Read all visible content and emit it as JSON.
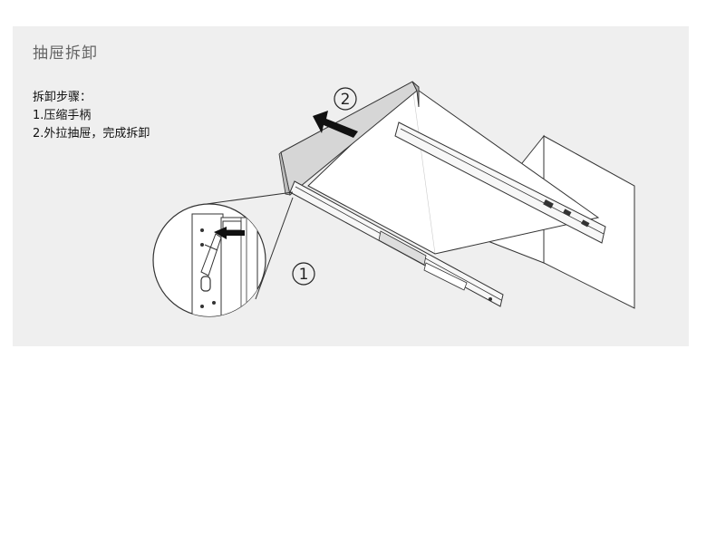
{
  "title": "抽屉拆卸",
  "steps": {
    "heading": "拆卸步骤：",
    "items": [
      "1.压缩手柄",
      "2.外拉抽屉，完成拆卸"
    ]
  },
  "markers": {
    "step1": "1",
    "step2": "2"
  },
  "colors": {
    "background": "#efefef",
    "drawer_front": "#cfcfcf",
    "line": "#333333"
  }
}
